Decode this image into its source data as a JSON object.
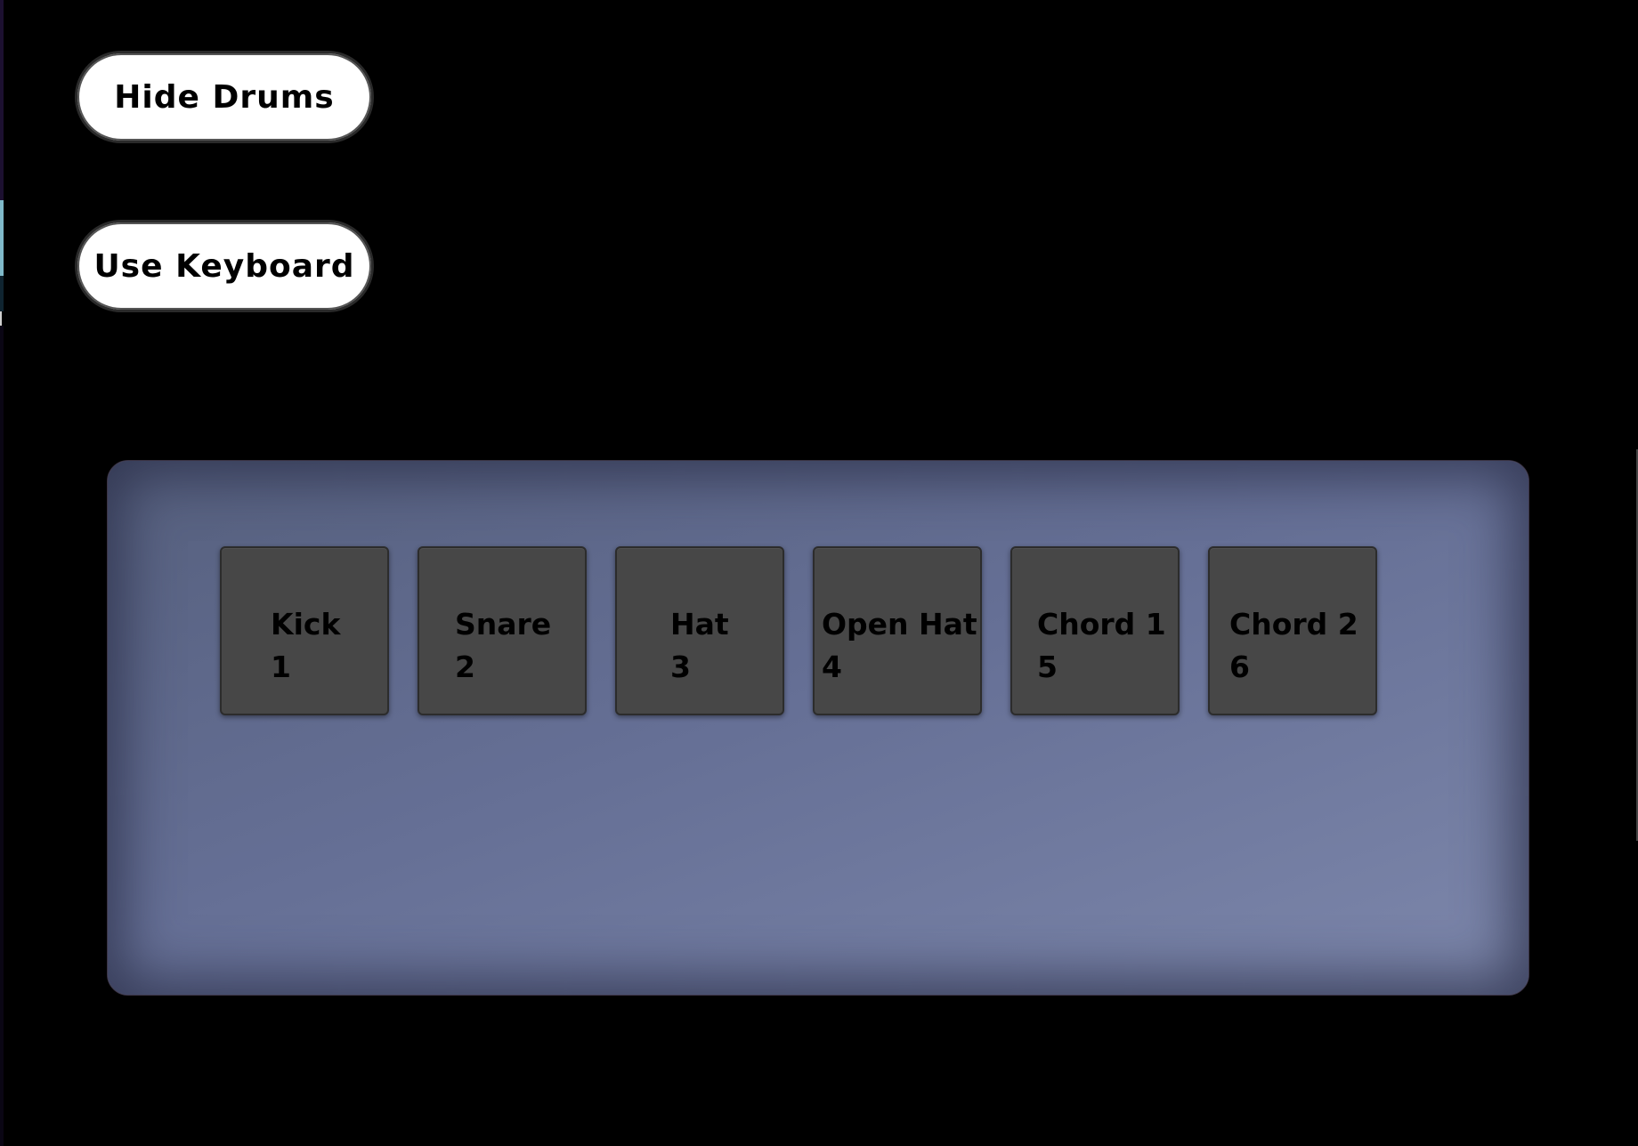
{
  "controls": {
    "hide_drums_label": "Hide Drums",
    "use_keyboard_label": "Use Keyboard"
  },
  "pads": [
    {
      "name": "Kick",
      "key": "1"
    },
    {
      "name": "Snare",
      "key": "2"
    },
    {
      "name": "Hat",
      "key": "3"
    },
    {
      "name": "Open Hat",
      "key": "4"
    },
    {
      "name": "Chord 1",
      "key": "5"
    },
    {
      "name": "Chord 2",
      "key": "6"
    }
  ],
  "colors": {
    "background": "#000000",
    "panel": "#6a7498",
    "pad": "#474747",
    "button": "#ffffff"
  }
}
